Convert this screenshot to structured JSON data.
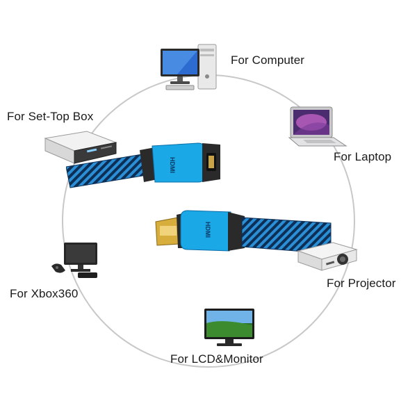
{
  "labels": {
    "computer": "For Computer",
    "set_top_box": "For Set-Top Box",
    "laptop": "For Laptop",
    "projector": "For  Projector",
    "xbox": "For Xbox360",
    "lcd_monitor": "For LCD&Monitor"
  },
  "connectors": {
    "female_print": "HDMI",
    "male_print": "HDMI"
  },
  "icons": [
    "desktop-computer-icon",
    "set-top-box-icon",
    "laptop-icon",
    "projector-icon",
    "game-console-icon",
    "lcd-monitor-icon",
    "hdmi-female-connector",
    "hdmi-male-connector"
  ],
  "colors": {
    "connector_blue": "#1aa8e6",
    "braid_blue": "#2b8fd6",
    "braid_dark": "#0d2e55",
    "ring": "#c8c8c8"
  }
}
